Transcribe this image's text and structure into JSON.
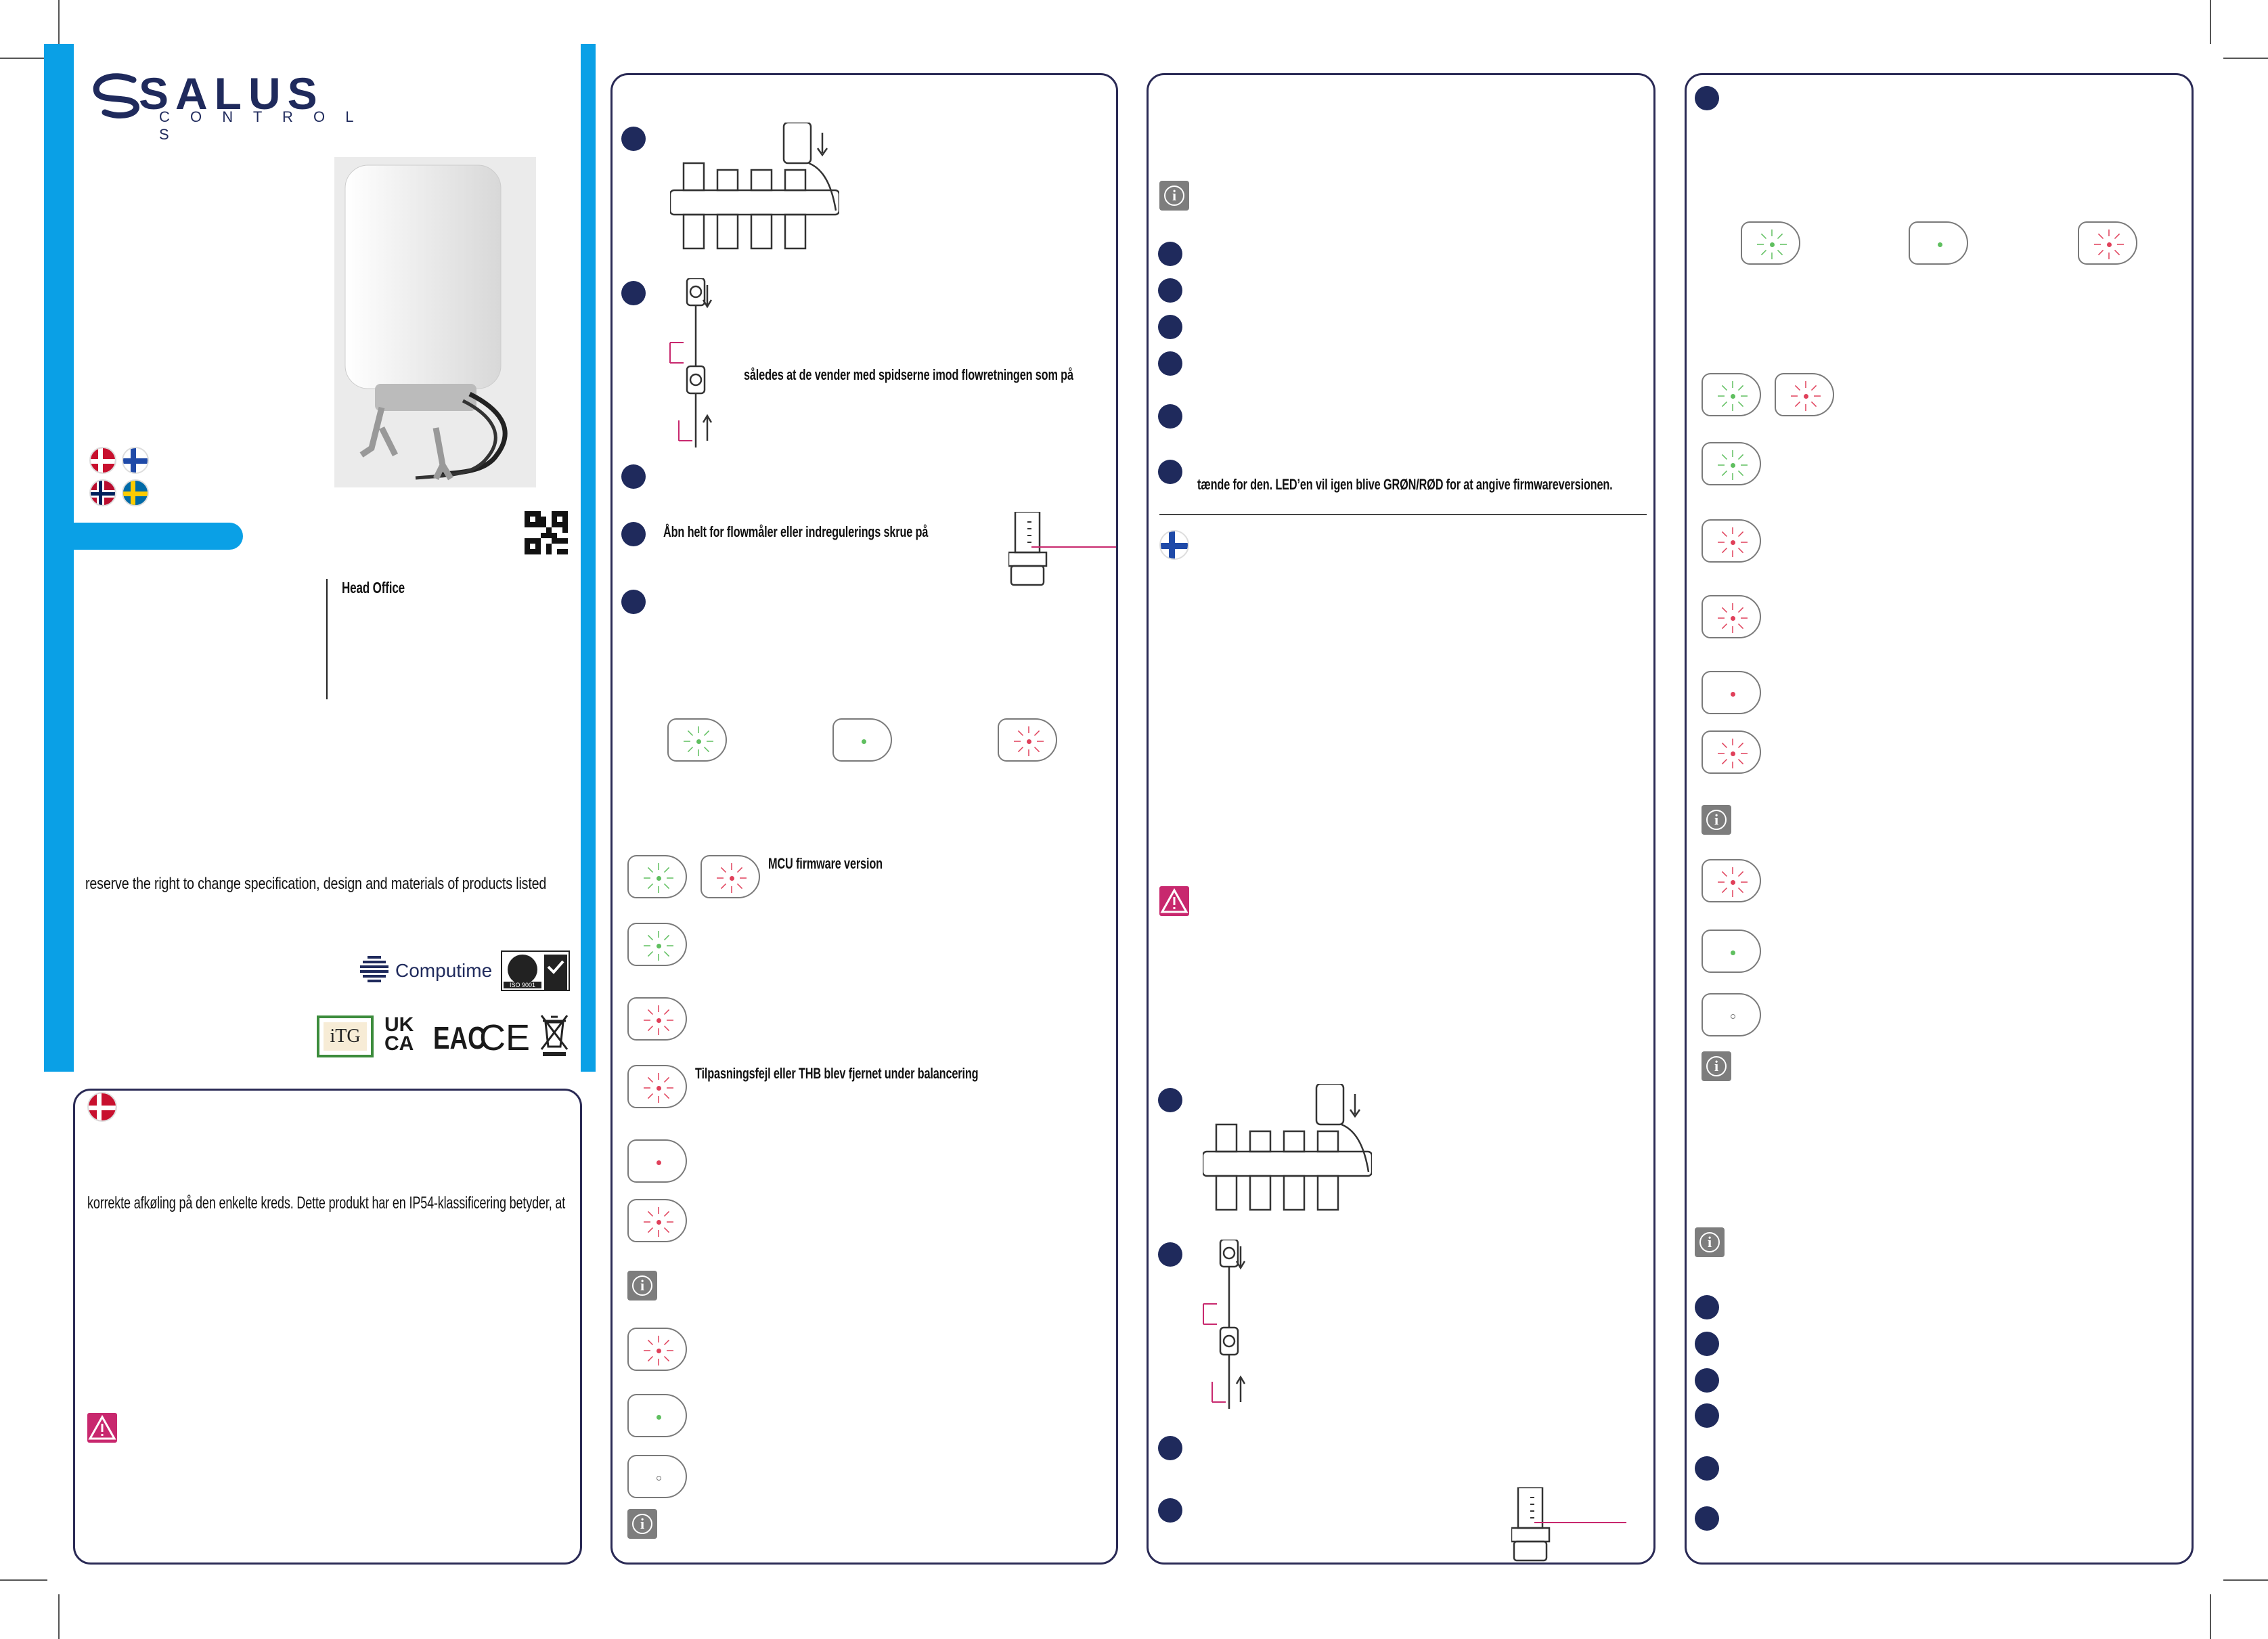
{
  "brand": {
    "name": "SALUS",
    "sub": "C O N T R O L S"
  },
  "left": {
    "head_office": "Head Office",
    "disclaimer": "reserve the right to change specification, design and materials of products listed",
    "computime": "Computime",
    "iso": "ISO 9001",
    "itg": "iTG",
    "ukca": "UK CA",
    "eac": "EAC",
    "ce": "CE"
  },
  "dk_panel": {
    "body_line": "korrekte afkøling på den enkelte kreds. Dette produkt har en IP54-klassificering betyder, at"
  },
  "col2": {
    "step2_text": "således at de vender med spidserne imod flowretningen som på",
    "step4_text": "Åbn helt for flowmåler eller indregulerings skrue på",
    "mcu": "MCU firmware version",
    "fault": "Tilpasningsfejl eller THB blev fjernet under balancering"
  },
  "col3": {
    "led_text": "tænde for den. LED’en vil igen blive GRØN/RØD for at angive firmwareversionen."
  },
  "colors": {
    "navy": "#1f2a5c",
    "cyan": "#0aa0e6",
    "magenta": "#c8286e",
    "green": "#5fbf5f",
    "red": "#e0405a"
  },
  "icons": [
    "danish-flag-icon",
    "finnish-flag-icon",
    "norwegian-flag-icon",
    "swedish-flag-icon",
    "qr-code-icon",
    "info-icon",
    "warning-icon",
    "led-indicator-icon",
    "step-bullet-icon",
    "weee-bin-icon"
  ]
}
